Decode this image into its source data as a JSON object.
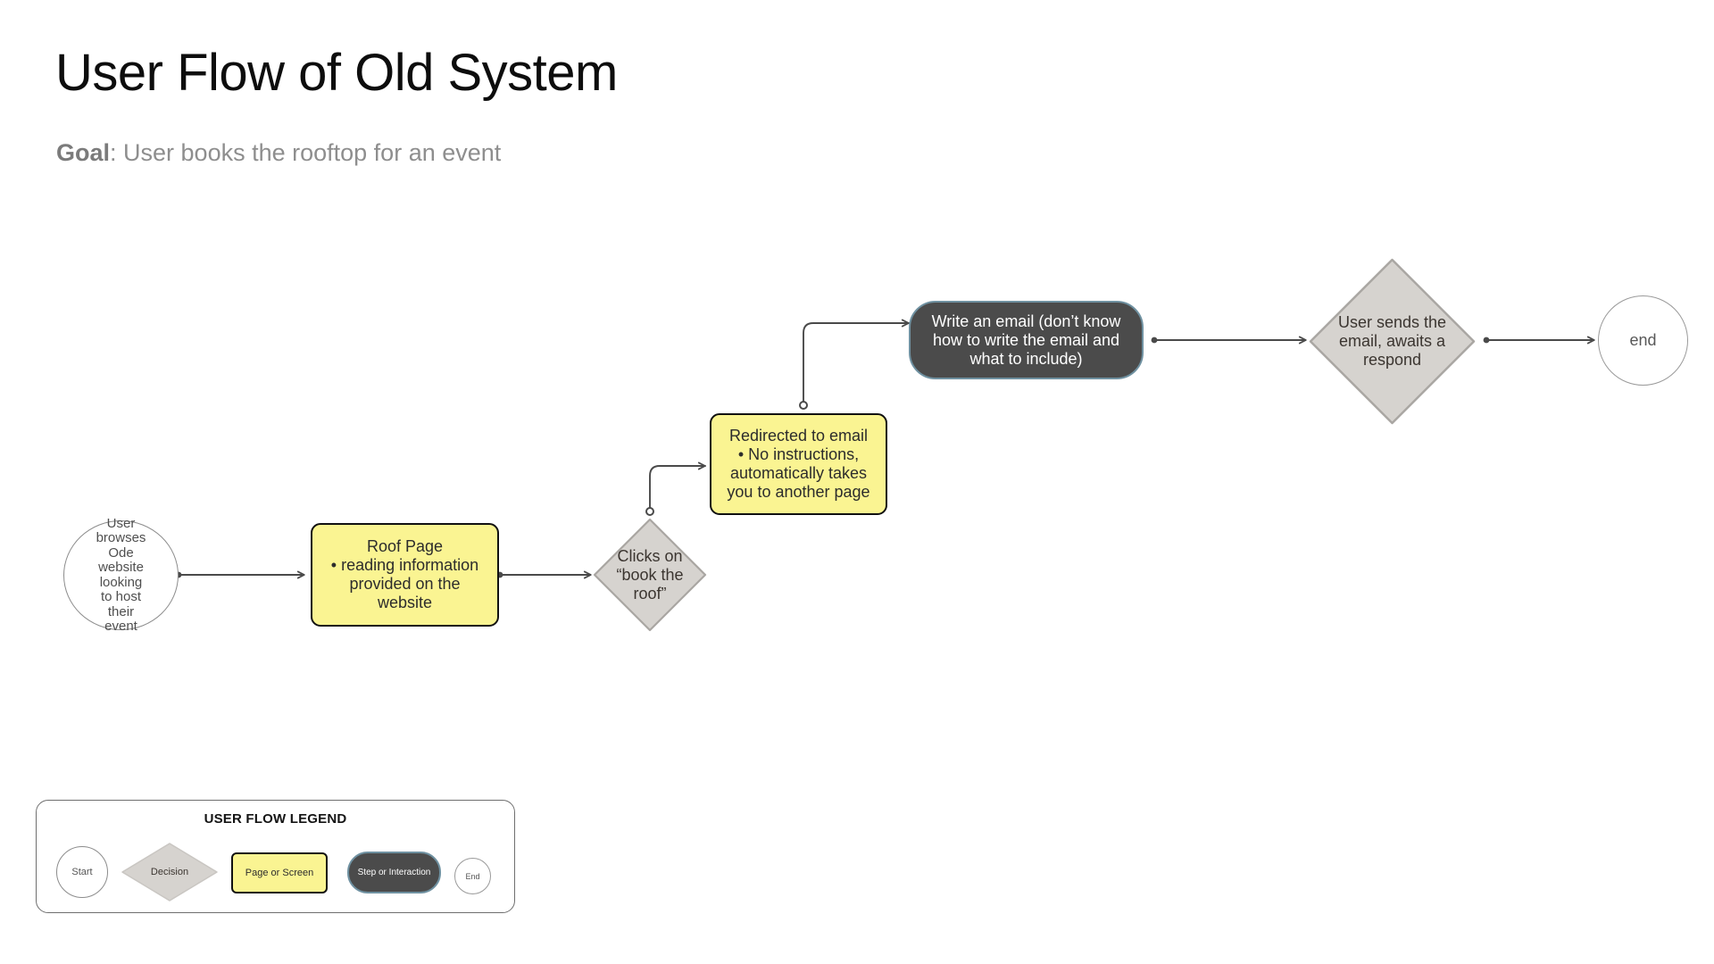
{
  "header": {
    "title": "User Flow of Old System",
    "goal_label": "Goal",
    "goal_separator": ": ",
    "goal_text": "User books the rooftop for an event"
  },
  "flow": {
    "nodes": [
      {
        "id": "start",
        "type": "start",
        "label": "User browses Ode website looking to host their event",
        "lines": [
          "User",
          "browses",
          "Ode",
          "website",
          "looking",
          "to host",
          "their",
          "event"
        ]
      },
      {
        "id": "roof-page",
        "type": "page",
        "title": "Roof Page",
        "bullets": [
          "reading information provided on the website"
        ],
        "lines": [
          "Roof Page",
          "• reading information",
          "provided on the",
          "website"
        ]
      },
      {
        "id": "clicks-book-roof",
        "type": "decision",
        "label": "Clicks on “book the roof”",
        "lines": [
          "Clicks on",
          "“book the",
          "roof”"
        ]
      },
      {
        "id": "redirected-to-email",
        "type": "page",
        "title": "Redirected to email",
        "bullets": [
          "No instructions, automatically takes you to another page"
        ],
        "lines": [
          "Redirected to email",
          "• No instructions,",
          "automatically takes",
          "you to another page"
        ]
      },
      {
        "id": "write-an-email",
        "type": "step",
        "label": "Write an email (don’t know how to write the email and what to include)",
        "lines": [
          "Write an email (don’t know",
          "how to write the email and",
          "what to include)"
        ]
      },
      {
        "id": "user-sends-email",
        "type": "decision",
        "label": "User sends the email, awaits a respond",
        "lines": [
          "User sends the",
          "email, awaits a",
          "respond"
        ]
      },
      {
        "id": "end",
        "type": "end",
        "label": "end",
        "lines": [
          "end"
        ]
      }
    ]
  },
  "legend": {
    "title": "USER FLOW LEGEND",
    "items": [
      {
        "id": "start",
        "label": "Start"
      },
      {
        "id": "decision",
        "label": "Decision"
      },
      {
        "id": "page",
        "label": "Page or Screen"
      },
      {
        "id": "step",
        "label": "Step or Interaction"
      },
      {
        "id": "end",
        "label": "End"
      }
    ]
  },
  "colors": {
    "page_fill": "#faf492",
    "page_border": "#111111",
    "step_fill": "#4b4b4b",
    "step_border": "#6f91a1",
    "decision_fill": "#d6d3cf",
    "decision_border": "#a9a6a2",
    "connector": "#4a4a4a",
    "circle_border": "#8c8c8c",
    "title_color": "#0d0d0d",
    "subtitle_color": "#8e8e8e"
  }
}
